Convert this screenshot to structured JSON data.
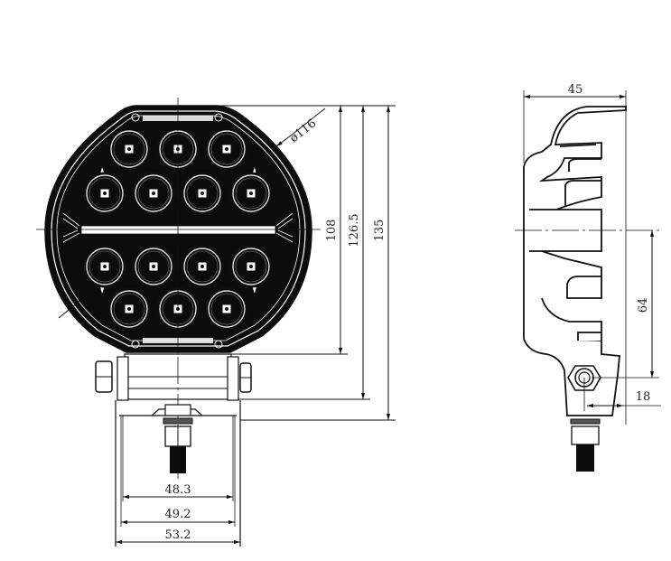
{
  "drawing": {
    "title": "LED work light dimension drawing",
    "colors": {
      "line": "#111111",
      "background": "#ffffff",
      "fill": "#0c0c0c"
    },
    "front_view": {
      "led_rows": [
        3,
        4,
        4,
        3
      ],
      "led_count": 14,
      "dimensions": {
        "diameter": "ø116",
        "height_inner": "108",
        "height_mid": "126.5",
        "height_total": "135",
        "width_a": "48.3",
        "width_b": "49.2",
        "width_c": "53.2"
      }
    },
    "side_view": {
      "dimensions": {
        "depth": "45",
        "center_to_pivot": "64",
        "pivot_offset": "18"
      }
    }
  }
}
